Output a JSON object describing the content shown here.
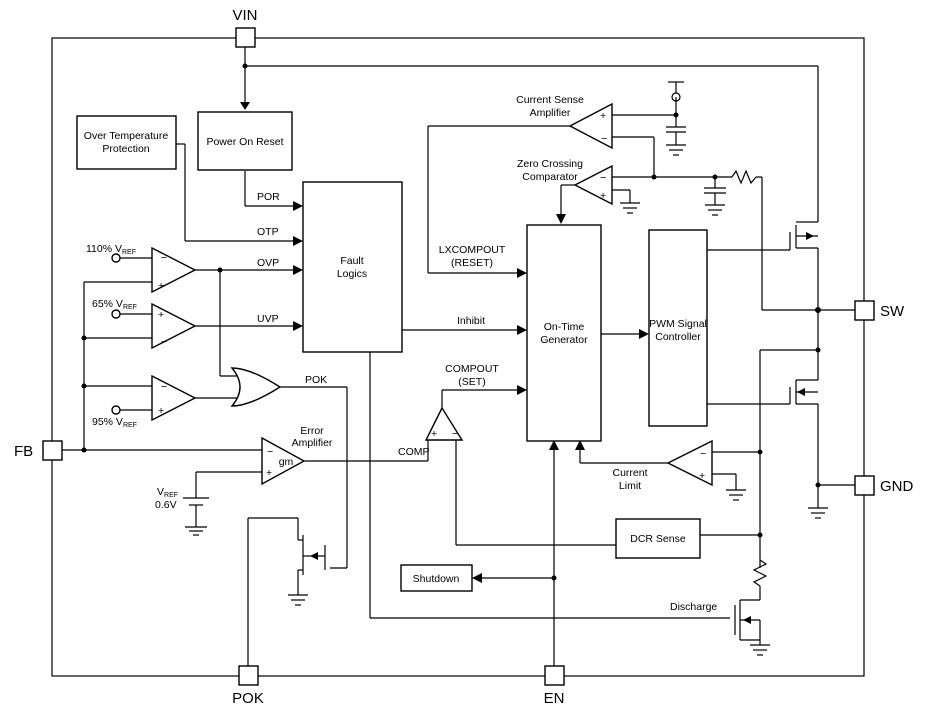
{
  "pins": {
    "vin": "VIN",
    "fb": "FB",
    "sw": "SW",
    "gnd": "GND",
    "pok": "POK",
    "en": "EN"
  },
  "blocks": {
    "otp_l1": "Over Temperature",
    "otp_l2": "Protection",
    "por": "Power On Reset",
    "fault_l1": "Fault",
    "fault_l2": "Logics",
    "ontime_l1": "On-Time",
    "ontime_l2": "Generator",
    "pwm_l1": "PWM Signal",
    "pwm_l2": "Controller",
    "dcr": "DCR Sense",
    "shutdown": "Shutdown"
  },
  "labels": {
    "por": "POR",
    "otp": "OTP",
    "ovp": "OVP",
    "uvp": "UVP",
    "pok": "POK",
    "inhibit": "Inhibit",
    "lxcompout_l1": "LXCOMPOUT",
    "lxcompout_l2": "(RESET)",
    "compout_l1": "COMPOUT",
    "compout_l2": "(SET)",
    "comp": "COMP",
    "csa_l1": "Current Sense",
    "csa_l2": "Amplifier",
    "zcc_l1": "Zero Crossing",
    "zcc_l2": "Comparator",
    "ea_l1": "Error",
    "ea_l2": "Amplifier",
    "gm": "gm",
    "curlim_l1": "Current",
    "curlim_l2": "Limit",
    "discharge": "Discharge",
    "ref110": "110% V",
    "ref65": "65% V",
    "ref95": "95% V",
    "vref_v": "V",
    "vref_sub": "REF",
    "vref_val": "0.6V"
  }
}
